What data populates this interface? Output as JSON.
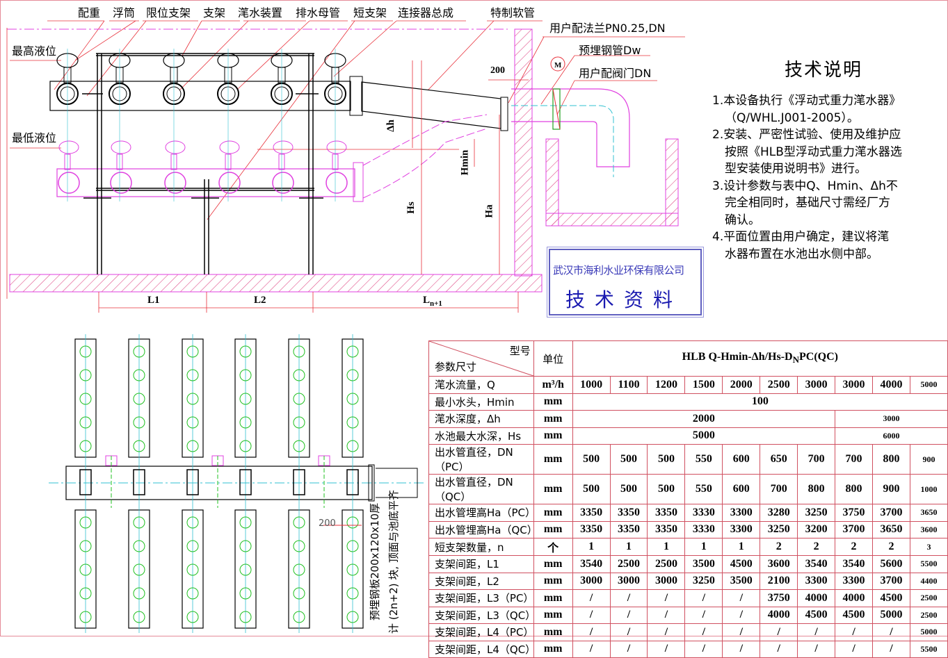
{
  "callouts": [
    "配重",
    "浮筒",
    "限位支架",
    "支架",
    "滗水装置",
    "排水母管",
    "短支架",
    "连接器总成",
    "特制软管"
  ],
  "right_callouts": [
    "用户配法兰PN0.25,DN",
    "预埋钢管Dw",
    "用户配阀门DN"
  ],
  "level_labels": {
    "high": "最高液位",
    "low": "最低液位"
  },
  "dimensions": {
    "wall_offset": "200",
    "delta_h": "Δh",
    "hmin": "Hmin",
    "hs": "Hs",
    "ha": "Ha",
    "motor": "M",
    "l1": "L1",
    "l2": "L2",
    "ln1_main": "L",
    "ln1_sub": "n+1",
    "plan_spacing": "200"
  },
  "plan_note": {
    "line1": "预埋钢板200x120x10厚",
    "line2": "计 (2n+2) 块, 顶面与池底平齐"
  },
  "notes": {
    "title": "技术说明",
    "items": [
      {
        "num": "1.",
        "first": "本设备执行《浮动式重力滗水器》",
        "rest": [
          "（Q/WHL.J001-2005）。"
        ]
      },
      {
        "num": "2.",
        "first": "安装、严密性试验、使用及维护应",
        "rest": [
          "按照《HLB型浮动式重力滗水器选",
          "型安装使用说明书》进行。"
        ]
      },
      {
        "num": "3.",
        "first": "设计参数与表中Q、Hmin、Δh不",
        "rest": [
          "完全相同时，基础尺寸需经厂方",
          "确认。"
        ]
      },
      {
        "num": "4.",
        "first": "平面位置由用户确定，建议将滗",
        "rest": [
          "水器布置在水池出水侧中部。"
        ]
      }
    ]
  },
  "stamp": {
    "company": "武汉市海利水业环保有限公司",
    "title": "技术资料"
  },
  "spec_table": {
    "corner_top": "型号",
    "corner_bottom": "参数尺寸",
    "unit_header": "单位",
    "model_prefix": "HLB  Q-Hmin-Δh/Hs-D",
    "model_sub": "N",
    "model_suffix": "PC(QC)",
    "flow_label": "滗水流量，Q",
    "flow_unit": "m³/h",
    "flow": [
      "1000",
      "1100",
      "1200",
      "1500",
      "2000",
      "2500",
      "3000",
      "3000",
      "4000",
      "5000"
    ],
    "hmin": {
      "label": "最小水头，Hmin",
      "unit": "mm",
      "value": "100"
    },
    "dh": {
      "label": "滗水深度，Δh",
      "unit": "mm",
      "a": "2000",
      "b": "3000"
    },
    "hs": {
      "label": "水池最大水深，Hs",
      "unit": "mm",
      "a": "5000",
      "b": "6000"
    },
    "rows": [
      {
        "label": "出水管直径，DN（PC）",
        "unit": "mm",
        "values": [
          "500",
          "500",
          "500",
          "550",
          "600",
          "650",
          "700",
          "700",
          "800",
          "900"
        ]
      },
      {
        "label": "出水管直径，DN（QC）",
        "unit": "mm",
        "values": [
          "500",
          "500",
          "500",
          "550",
          "600",
          "700",
          "800",
          "800",
          "900",
          "1000"
        ]
      },
      {
        "label": "出水管埋高Ha（PC）",
        "unit": "mm",
        "values": [
          "3350",
          "3350",
          "3350",
          "3330",
          "3300",
          "3280",
          "3250",
          "3750",
          "3700",
          "3650"
        ]
      },
      {
        "label": "出水管埋高Ha（QC）",
        "unit": "mm",
        "values": [
          "3350",
          "3350",
          "3350",
          "3330",
          "3300",
          "3250",
          "3200",
          "3700",
          "3650",
          "3600"
        ]
      },
      {
        "label": "短支架数量，n",
        "unit": "个",
        "values": [
          "1",
          "1",
          "1",
          "1",
          "1",
          "2",
          "2",
          "2",
          "2",
          "3"
        ]
      },
      {
        "label": "支架间距，L1",
        "unit": "mm",
        "values": [
          "3540",
          "2500",
          "2500",
          "3500",
          "4500",
          "3600",
          "3540",
          "3540",
          "5600",
          "5500"
        ]
      },
      {
        "label": "支架间距，L2",
        "unit": "mm",
        "values": [
          "3000",
          "3000",
          "3000",
          "3250",
          "3500",
          "2100",
          "3300",
          "3300",
          "3700",
          "4400"
        ]
      },
      {
        "label": "支架间距，L3（PC）",
        "unit": "mm",
        "values": [
          "/",
          "/",
          "/",
          "/",
          "/",
          "3750",
          "4000",
          "4000",
          "4500",
          "2500"
        ]
      },
      {
        "label": "支架间距，L3（QC）",
        "unit": "mm",
        "values": [
          "/",
          "/",
          "/",
          "/",
          "/",
          "4000",
          "4500",
          "4500",
          "5000",
          "2500"
        ]
      },
      {
        "label": "支架间距，L4（PC）",
        "unit": "mm",
        "values": [
          "/",
          "/",
          "/",
          "/",
          "/",
          "/",
          "/",
          "/",
          "/",
          "5000"
        ]
      },
      {
        "label": "支架间距，L4（QC）",
        "unit": "mm",
        "values": [
          "/",
          "/",
          "/",
          "/",
          "/",
          "/",
          "/",
          "/",
          "/",
          "5500"
        ]
      }
    ]
  },
  "colors": {
    "dim": "#e8303a",
    "hatch": "#e0508a",
    "phantom": "#e040e0",
    "axis": "#30c0d0",
    "green": "#20c020",
    "stamp": "#2a2ab0"
  }
}
